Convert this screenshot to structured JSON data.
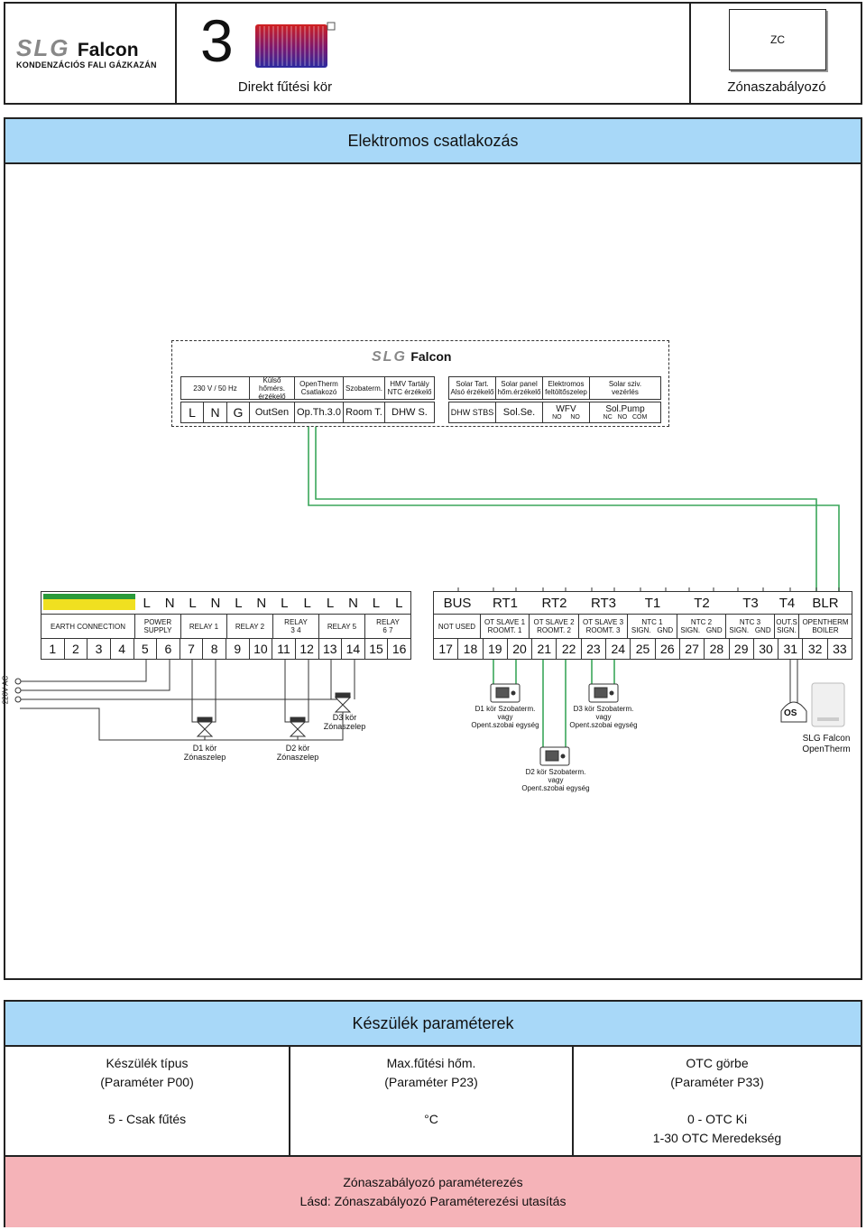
{
  "header": {
    "brand_prefix": "SLG",
    "brand_name": "Falcon",
    "brand_sub": "KONDENZÁCIÓS FALI GÁZKAZÁN",
    "number": "3",
    "circuit_label": "Direkt fűtési kör",
    "zc_label": "ZC",
    "zone_label": "Zónaszabályozó"
  },
  "section_title": "Elektromos csatlakozás",
  "controller": {
    "brand_prefix": "SLG",
    "brand_name": "Falcon",
    "labels": [
      "230 V / 50 Hz",
      "Külső hőmérs.\nérzékelő",
      "OpenTherm\nCsatlakozó",
      "Szobaterm.",
      "HMV Tartály\nNTC érzékelő",
      "Solar Tart.\nAlsó érzékelő",
      "Solar panel\nhőm.érzékelő",
      "Elektromos\nfeltöltőszelep",
      "Solar sziv.\nvezérlés"
    ],
    "terminals": [
      "L",
      "N",
      "G",
      "OutSen",
      "Op.Th.3.0",
      "Room T.",
      "DHW S.",
      "DHW STBS",
      "Sol.Se.",
      "WFV",
      "Sol.Pump"
    ],
    "wfv_sub": [
      "NO",
      "NO"
    ],
    "pump_sub": [
      "NC",
      "NO",
      "COM"
    ]
  },
  "zc_board": {
    "left_top": [
      "L",
      "N",
      "L",
      "N",
      "L",
      "N",
      "L",
      "L",
      "L",
      "N",
      "L",
      "L"
    ],
    "left_mid": [
      "EARTH CONNECTION",
      "POWER\nSUPPLY",
      "RELAY 1",
      "RELAY 2",
      "RELAY\n3       4",
      "RELAY 5",
      "RELAY\n6       7"
    ],
    "left_nums": [
      "1",
      "2",
      "3",
      "4",
      "5",
      "6",
      "7",
      "8",
      "9",
      "10",
      "11",
      "12",
      "13",
      "14",
      "15",
      "16"
    ],
    "right_top": [
      "BUS",
      "RT1",
      "RT2",
      "RT3",
      "T1",
      "T2",
      "T3",
      "T4",
      "BLR"
    ],
    "right_mid": [
      "NOT USED",
      "OT SLAVE 1\nROOMT. 1",
      "OT SLAVE 2\nROOMT. 2",
      "OT SLAVE 3\nROOMT. 3",
      "NTC 1\nSIGN.   GND",
      "NTC 2\nSIGN.   GND",
      "NTC 3\nSIGN.   GND",
      "OUT.S\nSIGN.",
      "OPENTHERM\nBOILER"
    ],
    "right_nums": [
      "17",
      "18",
      "19",
      "20",
      "21",
      "22",
      "23",
      "24",
      "25",
      "26",
      "27",
      "28",
      "29",
      "30",
      "31",
      "32",
      "33"
    ]
  },
  "wiring": {
    "ac_label": "220V AC",
    "d1_valve": "D1 kör\nZónaszelep",
    "d2_valve": "D2 kör\nZónaszelep",
    "d3_valve": "D3 kör\nZónaszelep",
    "d1_thermo": "D1 kör Szobaterm.\nvagy\nOpent.szobai egység",
    "d2_thermo": "D2 kör Szobaterm.\nvagy\nOpent.szobai egység",
    "d3_thermo": "D3 kör Szobaterm.\nvagy\nOpent.szobai egység",
    "os_label": "OS",
    "boiler_label": "SLG Falcon\nOpenTherm"
  },
  "params": {
    "title": "Készülék paraméterek",
    "col1_head": "Készülék típus\n(Paraméter P00)",
    "col2_head": "Max.fűtési hőm.\n(Paraméter P23)",
    "col3_head": "OTC görbe\n(Paraméter P33)",
    "col1_val": "5 - Csak fűtés",
    "col2_val": "°C",
    "col3_val": "0 - OTC Ki\n1-30 OTC Meredekség"
  },
  "footer": {
    "line1": "Zónaszabályozó paraméterezés",
    "line2": "Lásd: Zónaszabályozó Paraméterezési utasítás"
  },
  "colors": {
    "header_blue": "#a8d8f8",
    "footer_pink": "#f5b3b8",
    "wire_green": "#3aa65a",
    "earth_green": "#2a9a3a",
    "earth_yellow": "#f0e020"
  }
}
